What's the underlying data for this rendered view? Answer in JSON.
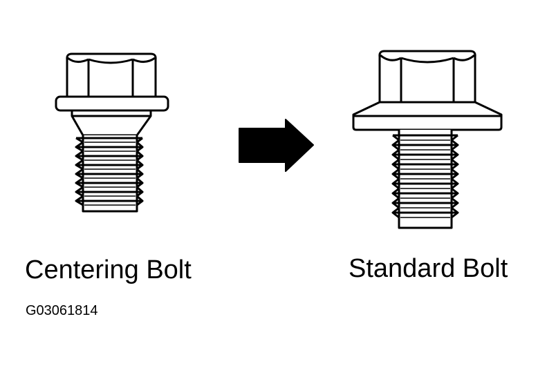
{
  "diagram": {
    "left_bolt_label": "Centering Bolt",
    "right_bolt_label": "Standard Bolt",
    "figure_id": "G03061814",
    "arrow_direction": "right",
    "colors": {
      "stroke": "#000000",
      "fill": "#ffffff",
      "arrow": "#000000"
    }
  }
}
